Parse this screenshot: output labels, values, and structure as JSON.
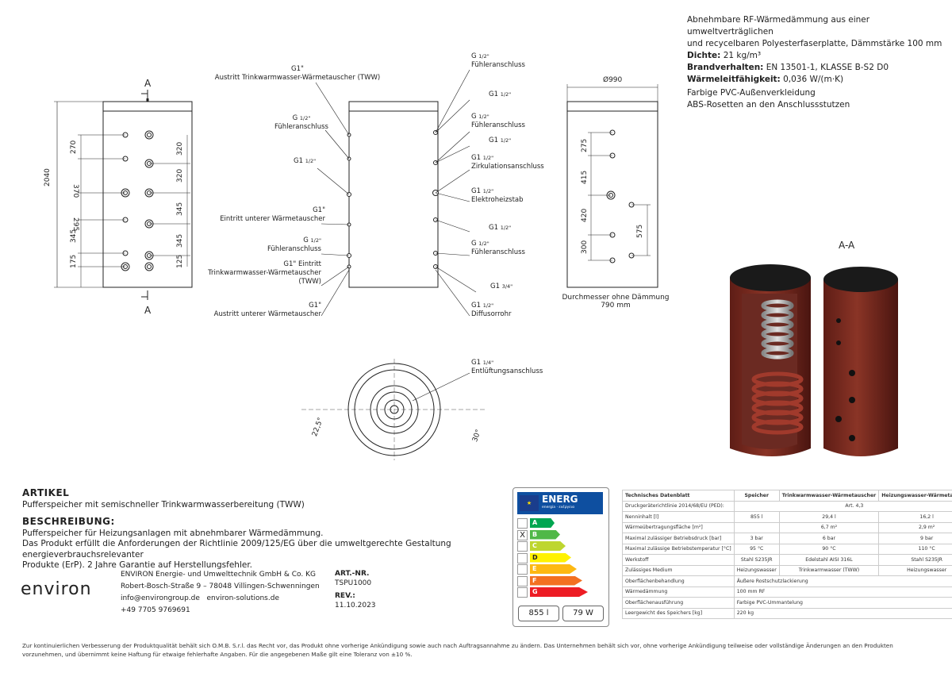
{
  "insulation": {
    "line1": "Abnehmbare RF-Wärmedämmung aus einer umweltverträglichen",
    "line2": "und recycelbaren Polyesterfaserplatte, Dämmstärke 100 mm",
    "density_label": "Dichte:",
    "density_value": " 21 kg/m³",
    "fire_label": "Brandverhalten:",
    "fire_value": " EN 13501-1, KLASSE B-S2 D0",
    "cond_label": "Wärmeleitfähigkeit:",
    "cond_value": " 0,036 W/(m·K)",
    "line6": "Farbige PVC-Außenverkleidung",
    "line7": "ABS-Rosetten an den Anschlussstutzen"
  },
  "drawing": {
    "section_mark": "A",
    "section_title": "A-A",
    "height_total": "2040",
    "left_dims": [
      "270",
      "370",
      "295",
      "345",
      "175"
    ],
    "right_dims": [
      "320",
      "320",
      "345",
      "345",
      "125"
    ],
    "diameter": "Ø990",
    "side_dims": [
      "275",
      "415",
      "420",
      "300"
    ],
    "side_dim_575": "575",
    "diam_note1": "Durchmesser ohne Dämmung",
    "diam_note2": "790 mm",
    "angle1": "22,5°",
    "angle2": "30°",
    "g": "G",
    "g1": "G1",
    "g1_quote": "G1\"",
    "g1quote_eintritt": "G1\" Eintritt",
    "half": "1/2\"",
    "quarter": "1/4\"",
    "threequarter": "3/4\"",
    "left_labels": {
      "austritt_tww": "Austritt Trinkwarmwasser-Wärmetauscher (TWW)",
      "fuehler1": "Fühleranschluss",
      "eintritt_unten": "Eintritt unterer Wärmetauscher",
      "fuehler2": "Fühleranschluss",
      "eintritt_tww_1": "Trinkwarmwasser-Wärmetauscher",
      "eintritt_tww_2": "(TWW)",
      "austritt_unten": "Austritt unterer Wärmetauscher"
    },
    "right_labels": {
      "fuehler_top": "Fühleranschluss",
      "fuehler_2": "Fühleranschluss",
      "zirkulation": "Zirkulationsanschluss",
      "elektro": "Elektroheizstab",
      "fuehler_3": "Fühleranschluss",
      "diffusor": "Diffusorrohr",
      "entlueftung": "Entlüftungsanschluss"
    }
  },
  "article": {
    "heading": "ARTIKEL",
    "text": "Pufferspeicher mit semischneller Trinkwarmwasserbereitung (TWW)"
  },
  "description": {
    "heading": "BESCHREIBUNG:",
    "line1": "Pufferspeicher für Heizungsanlagen mit abnehmbarer Wärmedämmung.",
    "line2": "Das Produkt erfüllt die Anforderungen der Richtlinie 2009/125/EG über die umweltgerechte Gestaltung energieverbrauchsrelevanter",
    "line3": "Produkte (ErP). 2 Jahre Garantie auf Herstellungsfehler."
  },
  "company": {
    "logo": "environ",
    "name": "ENVIRON Energie- und Umwelttechnik GmbH & Co. KG",
    "address": "Robert-Bosch-Straße 9 – 78048 Villingen-Schwenningen",
    "email": "info@environgroup.de",
    "web": "environ-solutions.de",
    "phone": "+49 7705 9769691"
  },
  "meta": {
    "art_label": "ART.-NR.",
    "art_value": "TSPU1000",
    "rev_label": "REV.:",
    "rev_value": "11.10.2023"
  },
  "energy_label": {
    "title": "ENERG",
    "lang": "energia · ενέργεια",
    "classes": [
      "A",
      "B",
      "C",
      "D",
      "E",
      "F",
      "G"
    ],
    "class_colors": [
      "#00a651",
      "#50b848",
      "#bed630",
      "#fff200",
      "#fdb913",
      "#f37021",
      "#ed1c24"
    ],
    "marked": "X",
    "volume": "855 l",
    "loss": "79 W"
  },
  "datasheet": {
    "header": [
      "Technisches Datenblatt",
      "Speicher",
      "Trinkwarmwasser-Wärmetauscher",
      "Heizungswasser-Wärmetauscher"
    ],
    "rows": [
      [
        "Druckgeräterichtlinie 2014/68/EU (PED):",
        "",
        "Art. 4,3",
        ""
      ],
      [
        "Nenninhalt [l]",
        "855 l",
        "29,4 l",
        "16,2 l"
      ],
      [
        "Wärmeübertragungsfläche [m²]",
        "",
        "6,7 m²",
        "2,9 m²"
      ],
      [
        "Maximal zulässiger Betriebsdruck [bar]",
        "3 bar",
        "6 bar",
        "9 bar"
      ],
      [
        "Maximal zulässige Betriebstemperatur [°C]",
        "95 °C",
        "90 °C",
        "110 °C"
      ],
      [
        "Werkstoff",
        "Stahl S235JR",
        "Edelstahl AISI 316L",
        "Stahl S235JR"
      ],
      [
        "Zulässiges Medium",
        "Heizungswasser",
        "Trinkwarmwasser (TWW)",
        "Heizungswasser"
      ],
      [
        "Oberflächenbehandlung",
        "Äußere Rostschutzlackierung",
        "",
        ""
      ],
      [
        "Wärmedämmung",
        "100 mm RF",
        "",
        ""
      ],
      [
        "Oberflächenausführung",
        "Farbige PVC-Ummantelung",
        "",
        ""
      ],
      [
        "Leergewicht des Speichers [kg]",
        "220 kg",
        "",
        ""
      ]
    ]
  },
  "footer": {
    "line1": "Zur kontinuierlichen Verbesserung der Produktqualität behält sich O.M.B. S.r.l. das Recht vor, das Produkt ohne vorherige Ankündigung sowie auch nach Auftragsannahme zu ändern. Das Unternehmen behält sich vor, ohne vorherige Ankündigung teilweise oder vollständige Änderungen an den Produkten",
    "line2": "vorzunehmen, und übernimmt keine Haftung für etwaige fehlerhafte Angaben. Für die angegebenen Maße gilt eine Toleranz von ±10 %."
  }
}
